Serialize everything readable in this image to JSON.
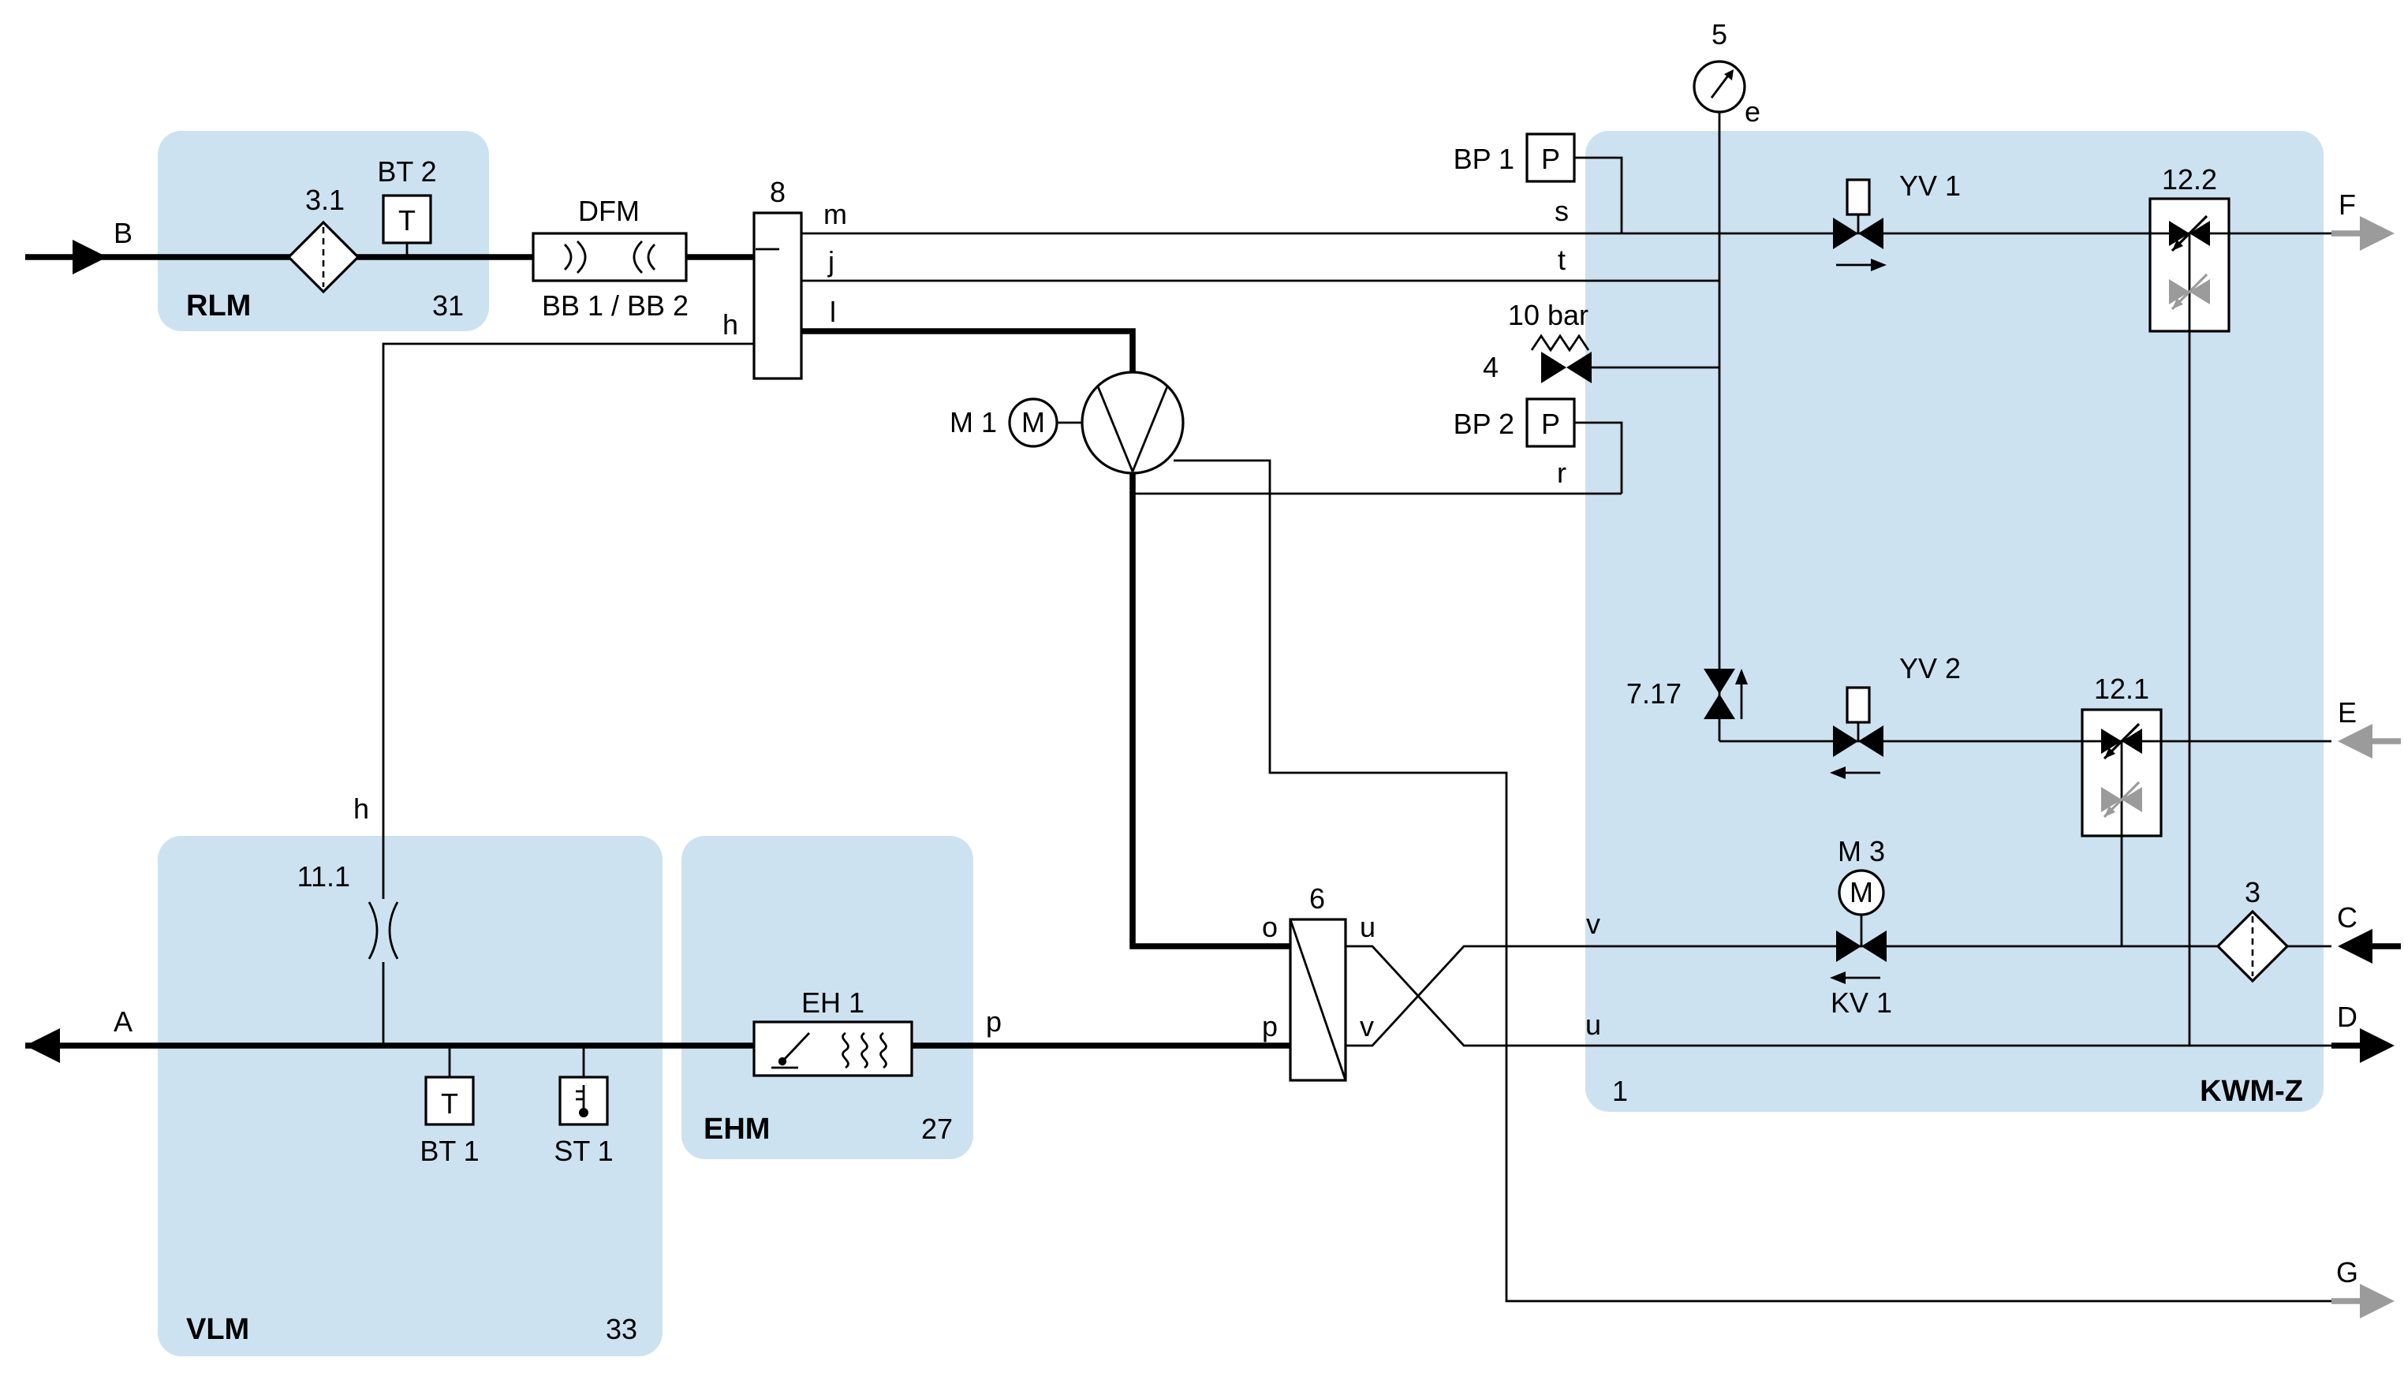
{
  "blocks": {
    "rlm": {
      "label": "RLM",
      "number": "31"
    },
    "vlm": {
      "label": "VLM",
      "number": "33"
    },
    "ehm": {
      "label": "EHM",
      "number": "27"
    },
    "kwmz": {
      "label": "KWM-Z",
      "number": "1"
    }
  },
  "components": {
    "filter_inlet": "3.1",
    "filter_kwmz": "3",
    "temp_sensor_return": "BT 2",
    "temp_sensor_supply": "BT 1",
    "temp_switch": "ST 1",
    "flow_meter": "DFM",
    "flow_meter_sub": "BB 1 / BB 2",
    "vessel": "8",
    "pump": "M 1",
    "pressure_sensor_1": "BP 1",
    "pressure_sensor_2": "BP 2",
    "gauge": "5",
    "relief_valve": "4",
    "relief_setting": "10 bar",
    "solenoid_1": "YV 1",
    "solenoid_2": "YV 2",
    "check_valve": "7.17",
    "sampling_upper": "12.2",
    "sampling_lower": "12.1",
    "motor_valve_motor": "M 3",
    "motor_valve": "KV 1",
    "heater": "EH 1",
    "coupling": "11.1",
    "exchanger": "6"
  },
  "letters": {
    "T": "T",
    "P": "P",
    "M": "M"
  },
  "ports": {
    "A": "A",
    "B": "B",
    "C": "C",
    "D": "D",
    "E": "E",
    "F": "F",
    "G": "G",
    "e": "e",
    "h": "h",
    "j": "j",
    "l": "l",
    "m": "m",
    "o": "o",
    "p": "p",
    "r": "r",
    "s": "s",
    "t": "t",
    "u": "u",
    "v": "v"
  },
  "colors": {
    "zone_fill": "#cde2f0",
    "line": "#000000",
    "muted_arrow": "#9b9b9b"
  }
}
